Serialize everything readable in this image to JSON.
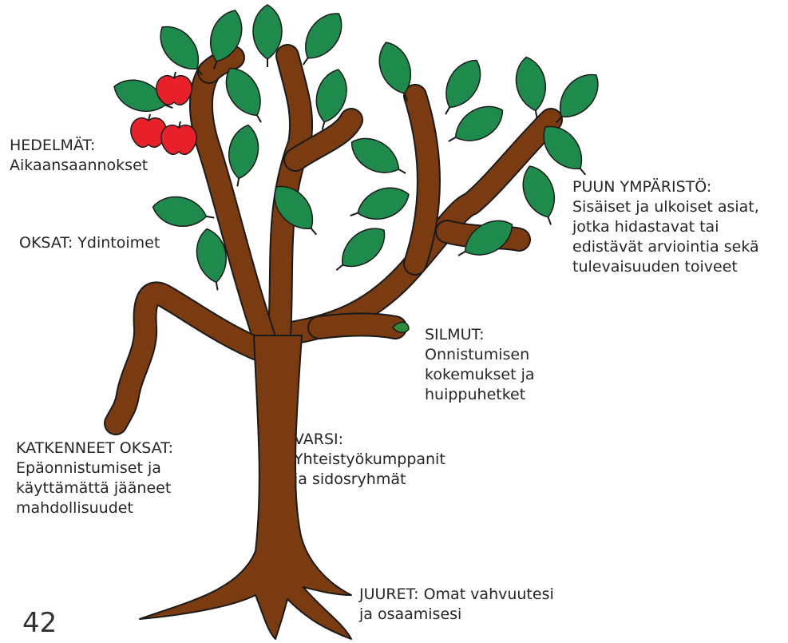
{
  "labels": {
    "hedelmat": [
      "HEDELMÄT:",
      "Aikaansaannokset"
    ],
    "oksat": [
      "OKSAT: Ydintoimet"
    ],
    "katkenneet": [
      "KATKENNEET OKSAT:",
      "Epäonnistumiset ja",
      "käyttämättä jääneet",
      "mahdollisuudet"
    ],
    "varsi": [
      "VARSI:",
      "Yhteistyökumppanit",
      "ja sidosryhmät"
    ],
    "silmut": [
      "SILMUT:",
      "Onnistumisen",
      "kokemukset ja",
      "huippuhetket"
    ],
    "ymparisto": [
      "PUUN YMPÄRISTÖ:",
      "Sisäiset ja ulkoiset asiat,",
      "jotka hidastavat tai",
      "edistävät arviointia sekä",
      "tulevaisuuden toiveet"
    ],
    "juuret": [
      "JUURET: Omat vahvuutesi",
      "ja osaamisesi"
    ]
  },
  "page_number": "42",
  "colors": {
    "trunk": "#7a3b10",
    "outline": "#1a1a1a",
    "leaf": "#1e8a4c",
    "apple": "#e8202a",
    "bud": "#2e8b3a"
  }
}
